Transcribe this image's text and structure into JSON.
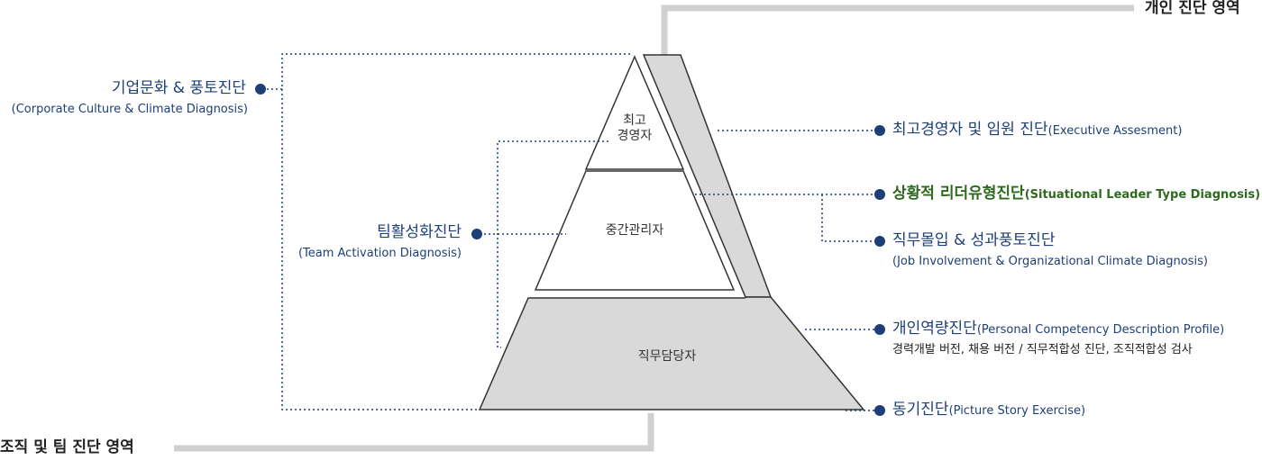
{
  "regions": {
    "individual": "개인 진단 영역",
    "organization": "조직 및 팀 진단 영역"
  },
  "pyramid": {
    "top_line1": "최고",
    "top_line2": "경영자",
    "middle": "중간관리자",
    "bottom": "직무담당자"
  },
  "left_items": {
    "culture": {
      "title": "기업문화 & 풍토진단",
      "subtitle": "(Corporate Culture & Climate Diagnosis)"
    },
    "team": {
      "title": "팀활성화진단",
      "subtitle": "(Team Activation Diagnosis)"
    }
  },
  "right_items": {
    "executive": {
      "title": "최고경영자 및 임원 진단",
      "suffix": "(Executive Assesment)"
    },
    "situational": {
      "title": "상황적 리더유형진단",
      "suffix": "(Situational Leader Type Diagnosis)"
    },
    "engagement": {
      "title": "직무몰입 & 성과풍토진단",
      "subtitle": "(Job Involvement & Organizational Climate Diagnosis)"
    },
    "competency": {
      "title": "개인역량진단",
      "suffix": "(Personal Competency Description Profile)",
      "subtitle": "경력개발 버전, 채용 버전 / 직무적합성 진단, 조직적합성 검사"
    },
    "motivation": {
      "title": "동기진단",
      "suffix": "(Picture Story Exercise)"
    }
  },
  "colors": {
    "navy": "#1c3f78",
    "green": "#2e6a1e",
    "gray_fill": "#d9d9d9",
    "outline": "#333333",
    "region_bar": "#d0d0d0"
  }
}
